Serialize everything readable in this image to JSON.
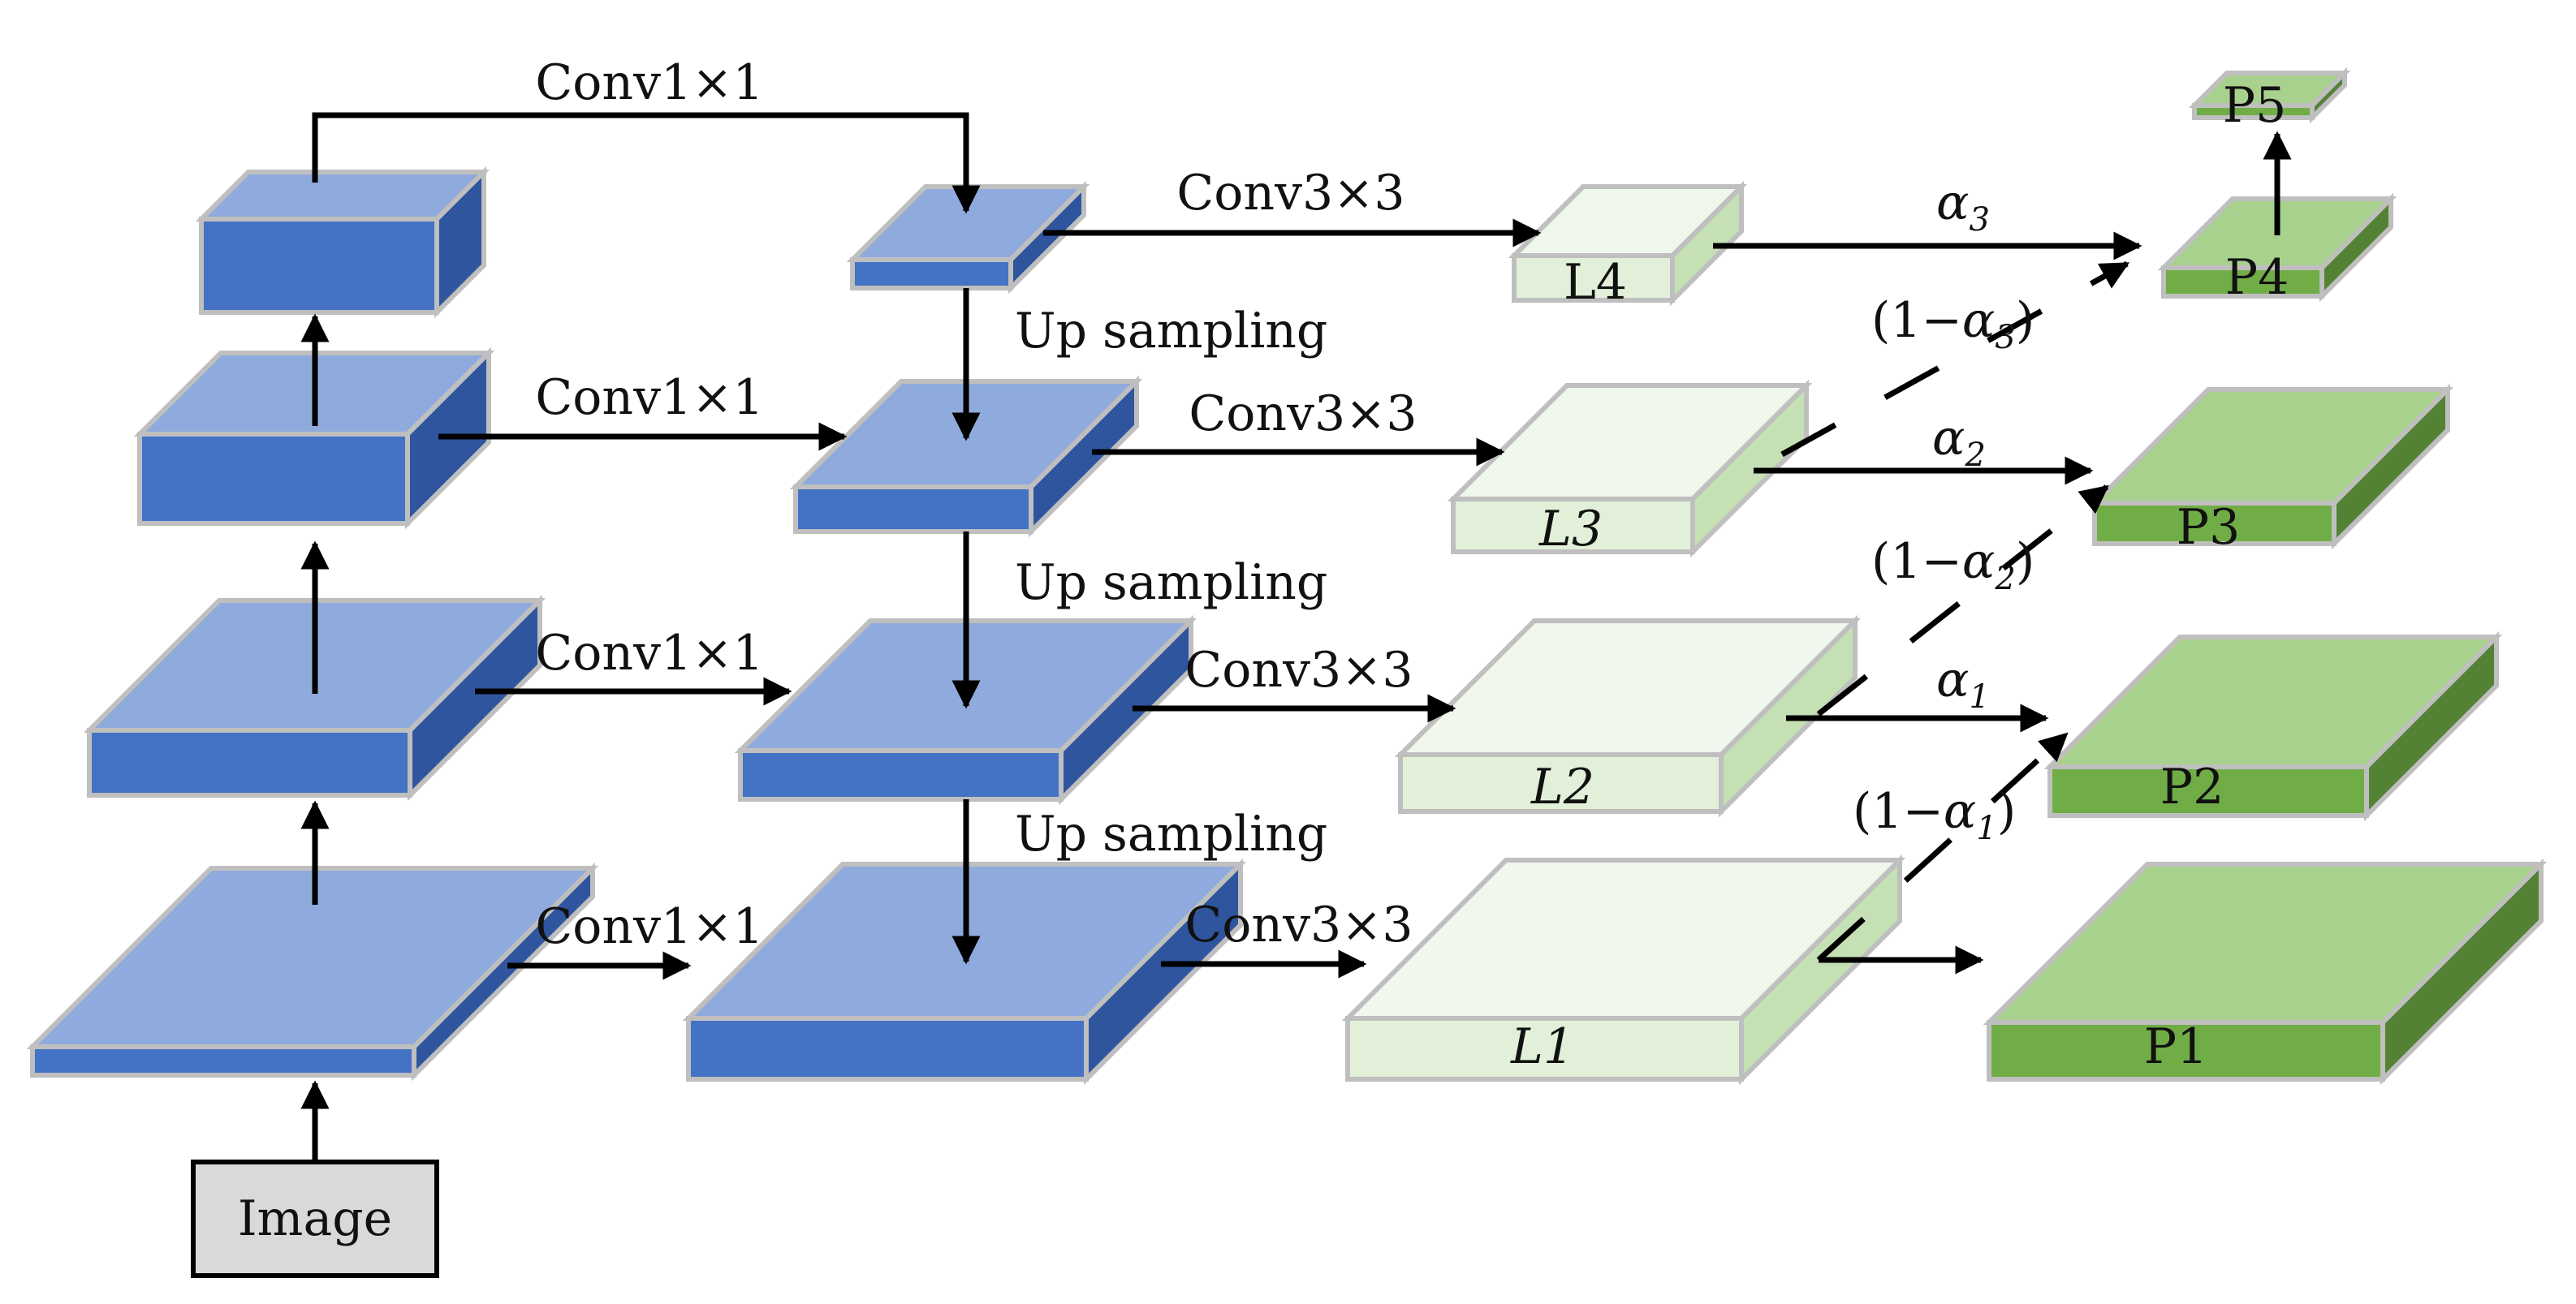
{
  "colors": {
    "blue_top": "#8FAADC",
    "blue_front": "#4472C4",
    "blue_side": "#2F559F",
    "pale_top": "#F0F7EC",
    "pale_front": "#E2F0D9",
    "pale_side": "#C5E0B4",
    "green_top": "#A9D18E",
    "green_front": "#70AD47",
    "green_side": "#548235",
    "edge": "#BFBFBF",
    "arrow": "#000000",
    "image_box": "#D9D9D9"
  },
  "input": {
    "label": "Image"
  },
  "edges": {
    "conv1": "Conv1×1",
    "conv3": "Conv3×3",
    "up": "Up sampling"
  },
  "lateral": {
    "l4": "L4",
    "l3": "L3",
    "l2": "L2",
    "l1": "L1"
  },
  "outputs": {
    "p5": "P5",
    "p4": "P4",
    "p3": "P3",
    "p2": "P2",
    "p1": "P1"
  },
  "weights": {
    "a3": "α",
    "a3_sub": "3",
    "a2": "α",
    "a2_sub": "2",
    "a1": "α",
    "a1_sub": "1",
    "one_minus_open": "(1−",
    "one_minus_a3": "α",
    "one_minus_a3_sub": "3",
    "one_minus_a2": "α",
    "one_minus_a2_sub": "2",
    "one_minus_a1": "α",
    "one_minus_a1_sub": "1",
    "close": ")"
  }
}
